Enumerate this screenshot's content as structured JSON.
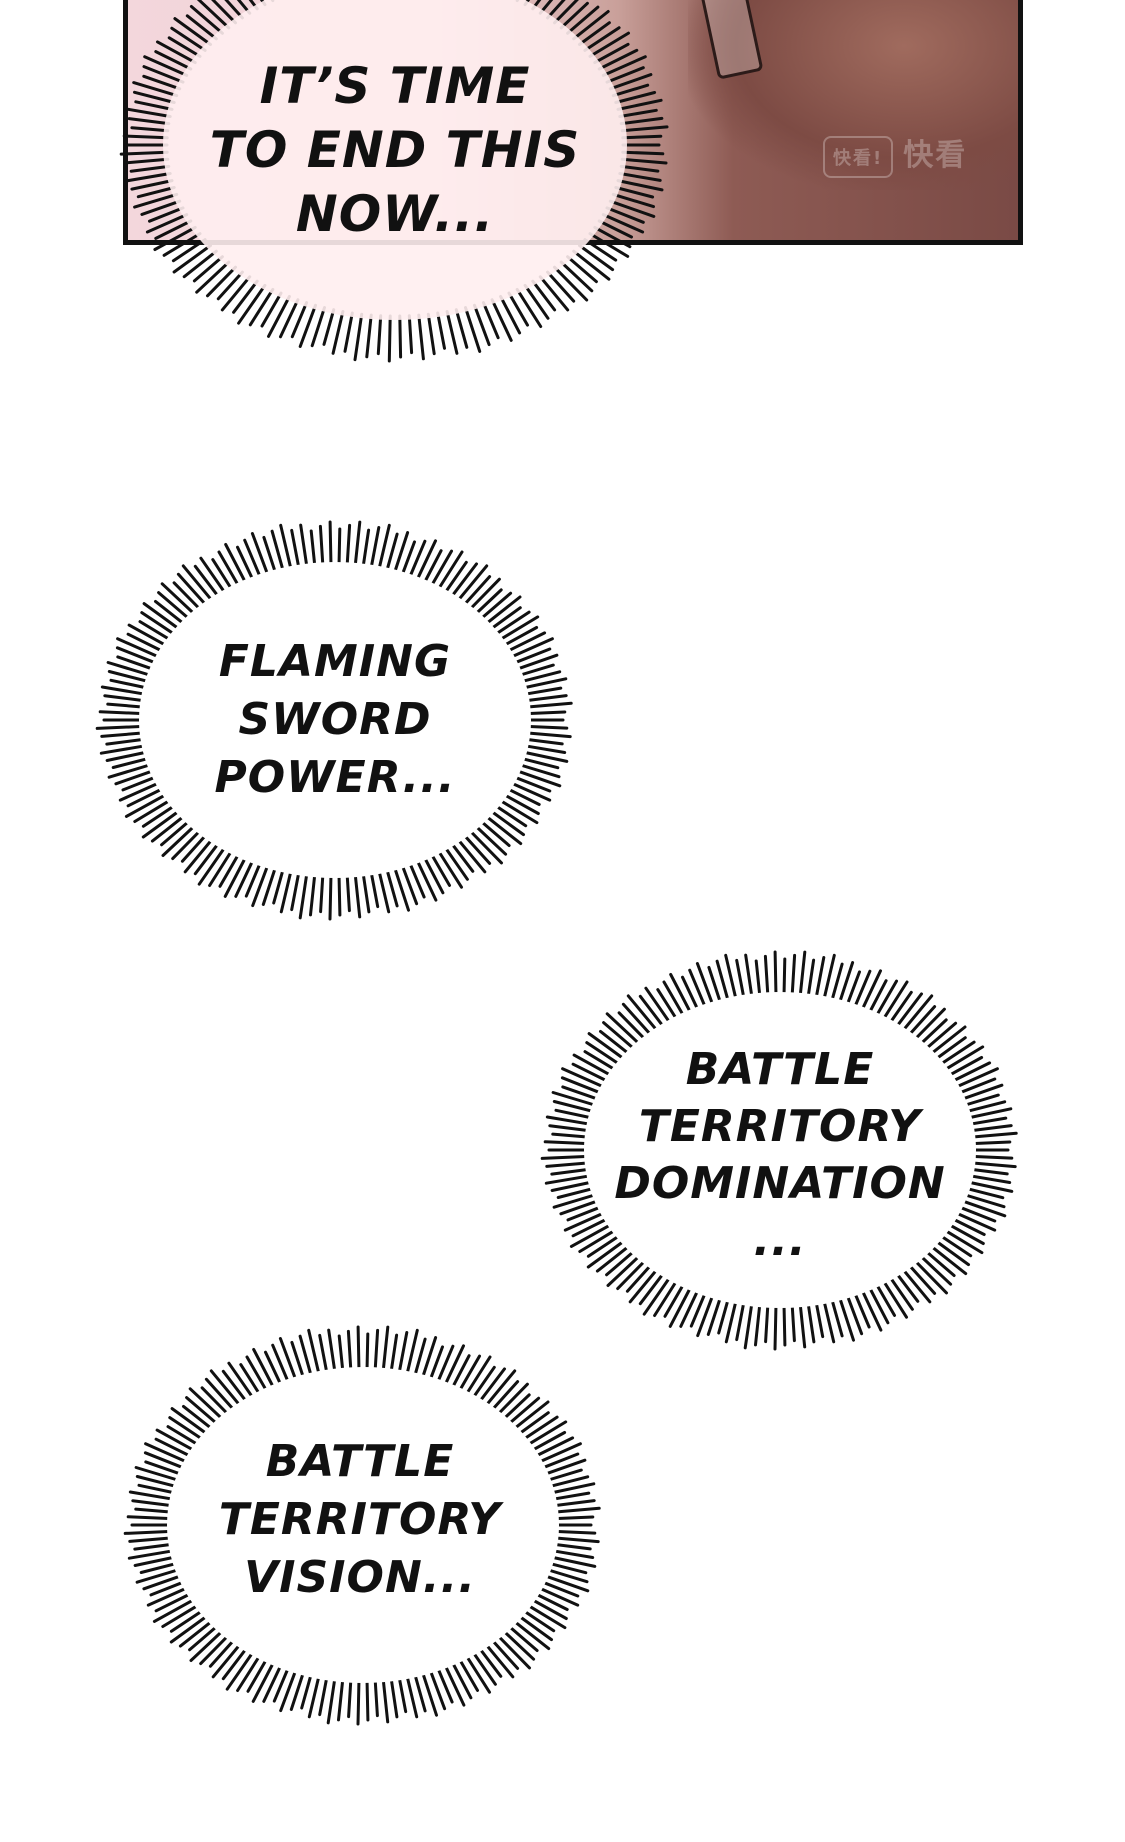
{
  "panel": {
    "watermark_mark": "快看!",
    "watermark_text": "快看"
  },
  "bubbles": [
    {
      "text": "IT’S TIME\nTO END THIS\nNOW..."
    },
    {
      "text": "FLAMING\nSWORD\nPOWER..."
    },
    {
      "text": "BATTLE\nTERRITORY\nDOMINATION\n..."
    },
    {
      "text": "BATTLE\nTERRITORY\nVISION..."
    }
  ]
}
